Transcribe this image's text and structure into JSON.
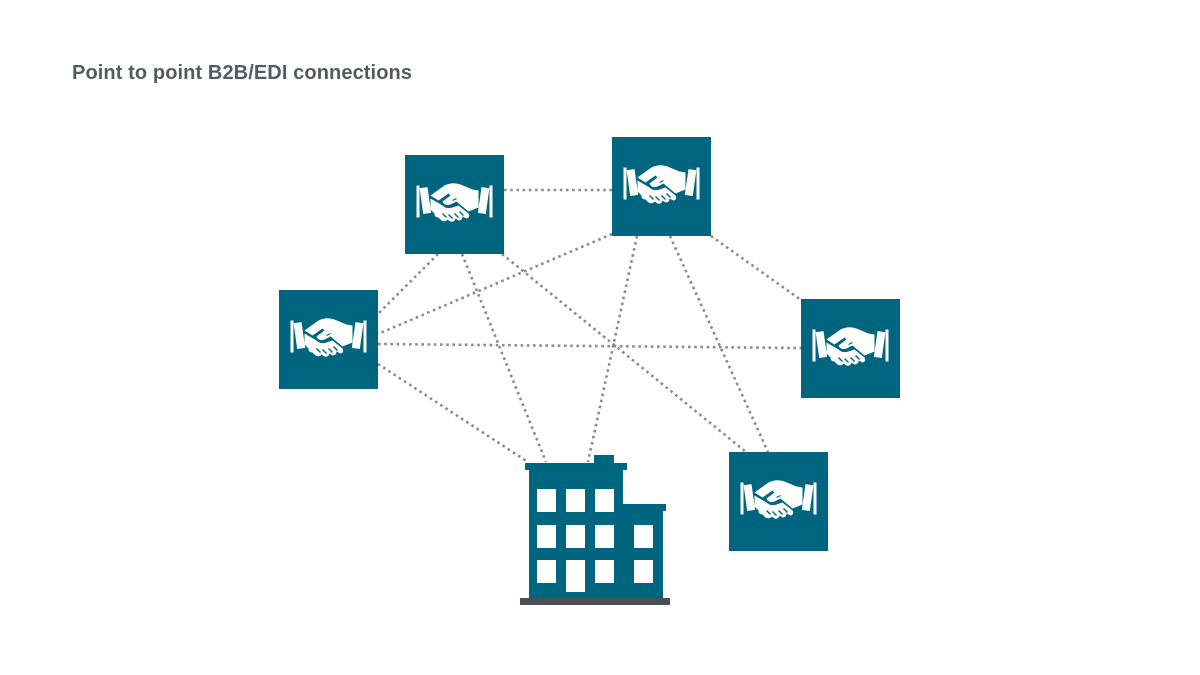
{
  "title": "Point to point B2B/EDI connections",
  "colors": {
    "node_fill": "#006680",
    "icon": "#ffffff",
    "connector": "#8c8c8c",
    "building_base": "#4a4f55",
    "title": "#555a5e"
  },
  "nodes": [
    {
      "id": "partner-top-left",
      "icon": "handshake-icon"
    },
    {
      "id": "partner-top-right",
      "icon": "handshake-icon"
    },
    {
      "id": "partner-left",
      "icon": "handshake-icon"
    },
    {
      "id": "partner-right",
      "icon": "handshake-icon"
    },
    {
      "id": "partner-bottom-right",
      "icon": "handshake-icon"
    },
    {
      "id": "company",
      "icon": "office-building-icon"
    }
  ],
  "connections": [
    [
      "partner-top-left",
      "partner-top-right"
    ],
    [
      "partner-top-left",
      "partner-left"
    ],
    [
      "partner-top-left",
      "company"
    ],
    [
      "partner-top-left",
      "partner-bottom-right"
    ],
    [
      "partner-top-right",
      "partner-left"
    ],
    [
      "partner-top-right",
      "partner-right"
    ],
    [
      "partner-top-right",
      "partner-bottom-right"
    ],
    [
      "partner-top-right",
      "company"
    ],
    [
      "partner-left",
      "partner-right"
    ],
    [
      "partner-left",
      "company"
    ]
  ]
}
